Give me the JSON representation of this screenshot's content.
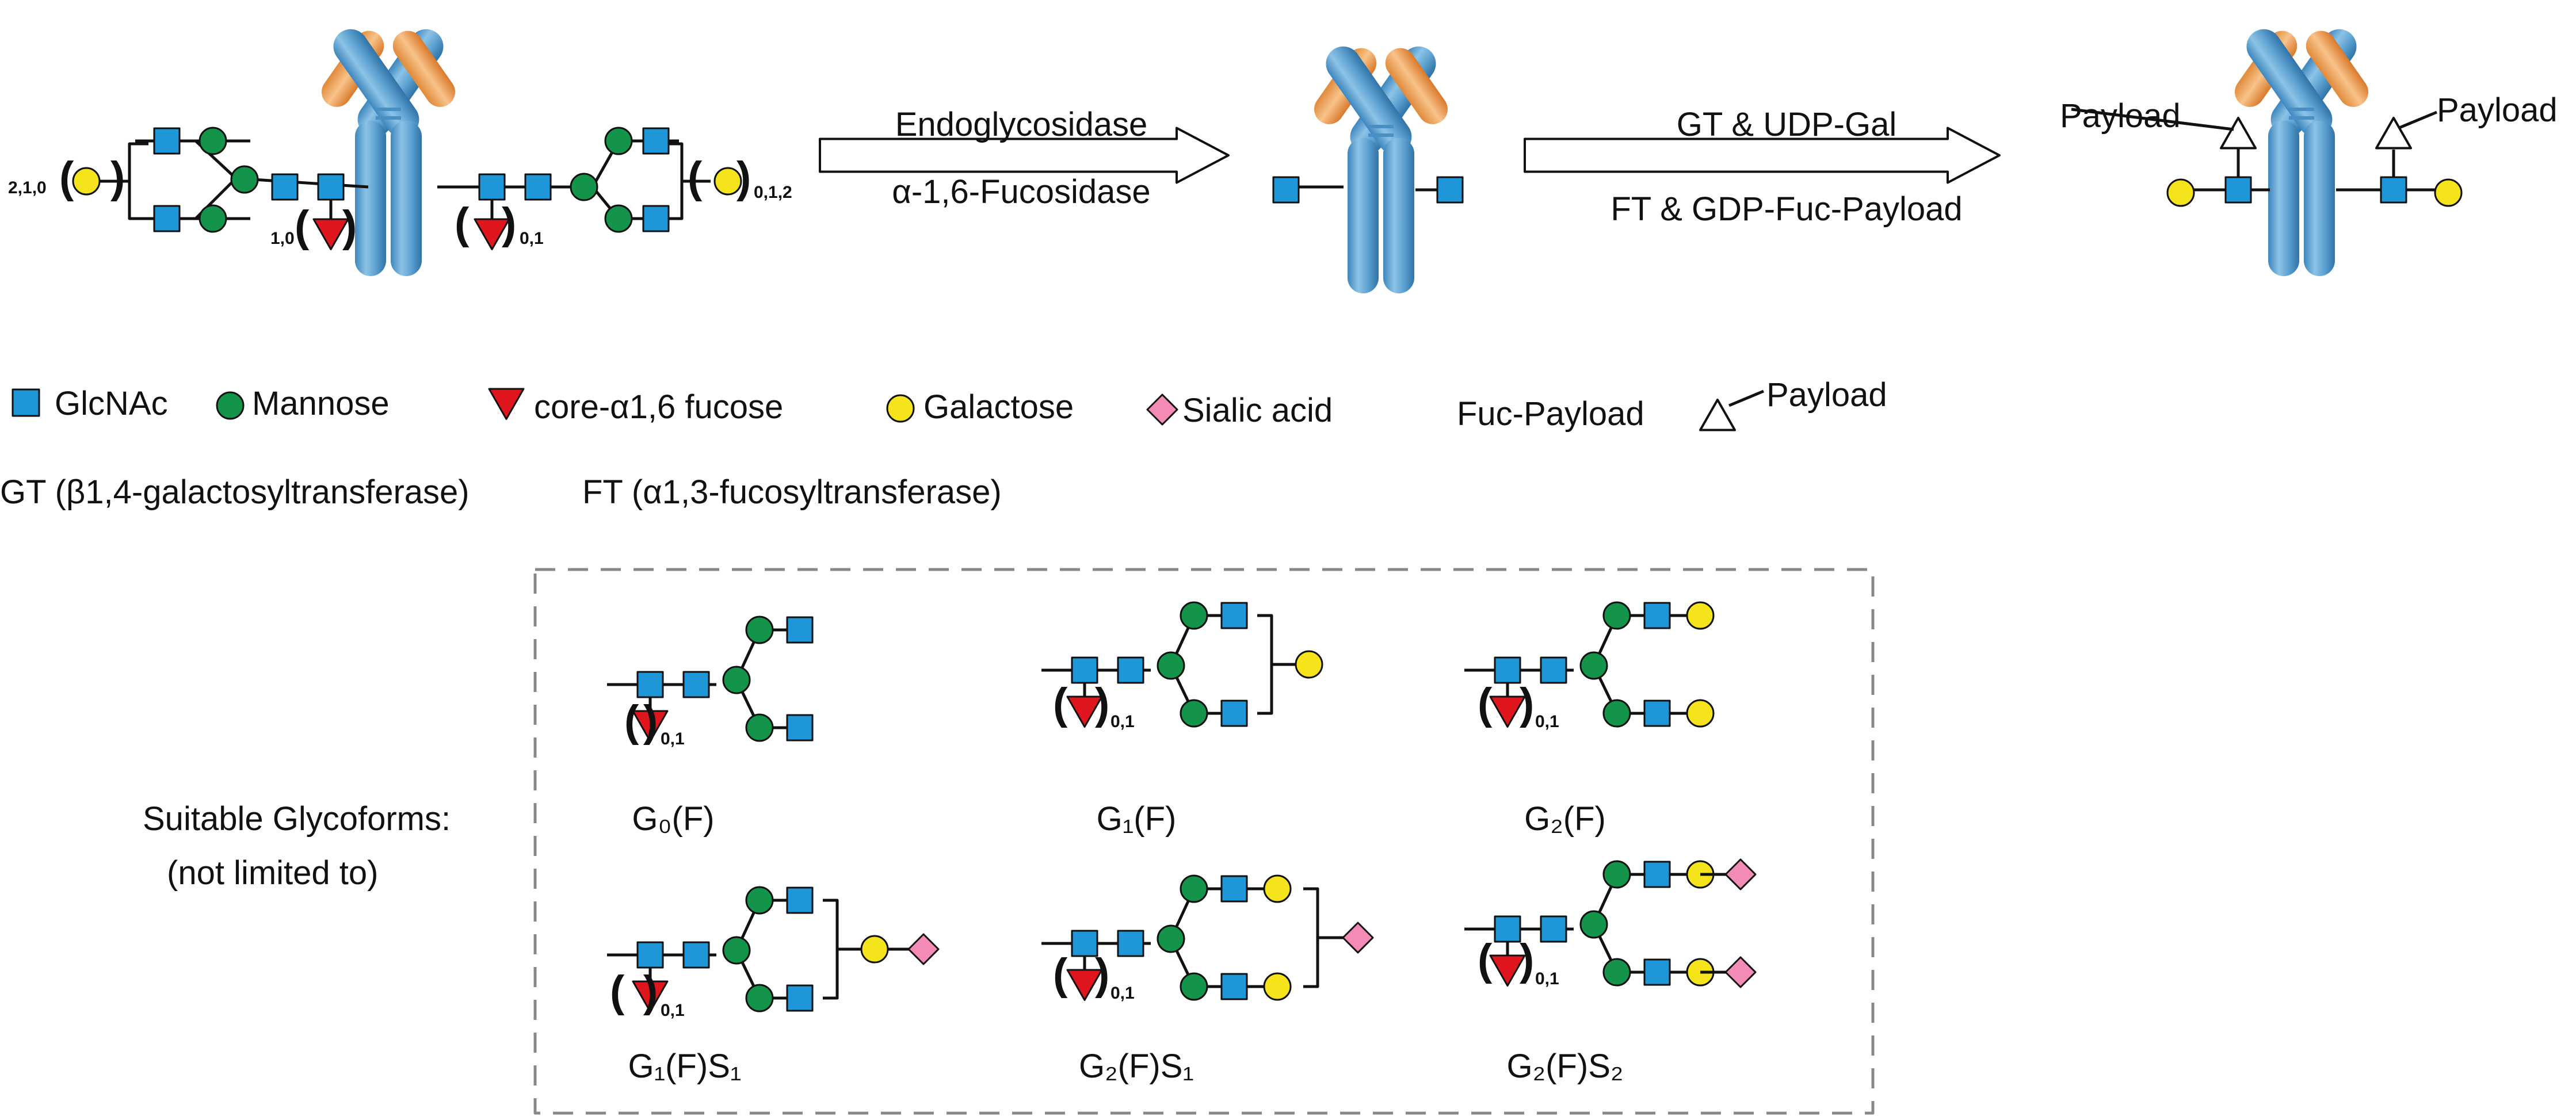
{
  "arrows": {
    "step1_top": "Endoglycosidase",
    "step1_bottom": "α-1,6-Fucosidase",
    "step2_top": "GT & UDP-Gal",
    "step2_bottom": "FT & GDP-Fuc-Payload"
  },
  "payload_label": "Payload",
  "stoich": {
    "left_gal": "2,1,0",
    "fuc_a": "1,0",
    "sub_01": "0,1",
    "right_gal": "0,1,2",
    "open_paren": "(",
    "close_paren": ")"
  },
  "legend": {
    "glcnac": "GlcNAc",
    "mannose": "Mannose",
    "fucose": "core-α1,6 fucose",
    "galactose": "Galactose",
    "sialic": "Sialic acid",
    "fuc_payload": "Fuc-Payload",
    "payload": "Payload",
    "gt_def": "GT (β1,4-galactosyltransferase)",
    "ft_def": "FT (α1,3-fucosyltransferase)"
  },
  "glycoforms": {
    "heading_1": "Suitable Glycoforms:",
    "heading_2": "(not limited to)",
    "names": [
      "G₀(F)",
      "G₁(F)",
      "G₂(F)",
      "G₁(F)S₁",
      "G₂(F)S₁",
      "G₂(F)S₂"
    ]
  },
  "colors": {
    "glcnac": "#1e96d8",
    "mannose": "#13944a",
    "fucose": "#e0161f",
    "galactose": "#f5e31b",
    "sialic": "#f48ab6",
    "antibody": "#5a9fcf",
    "antibody_light": "#f0a860"
  }
}
